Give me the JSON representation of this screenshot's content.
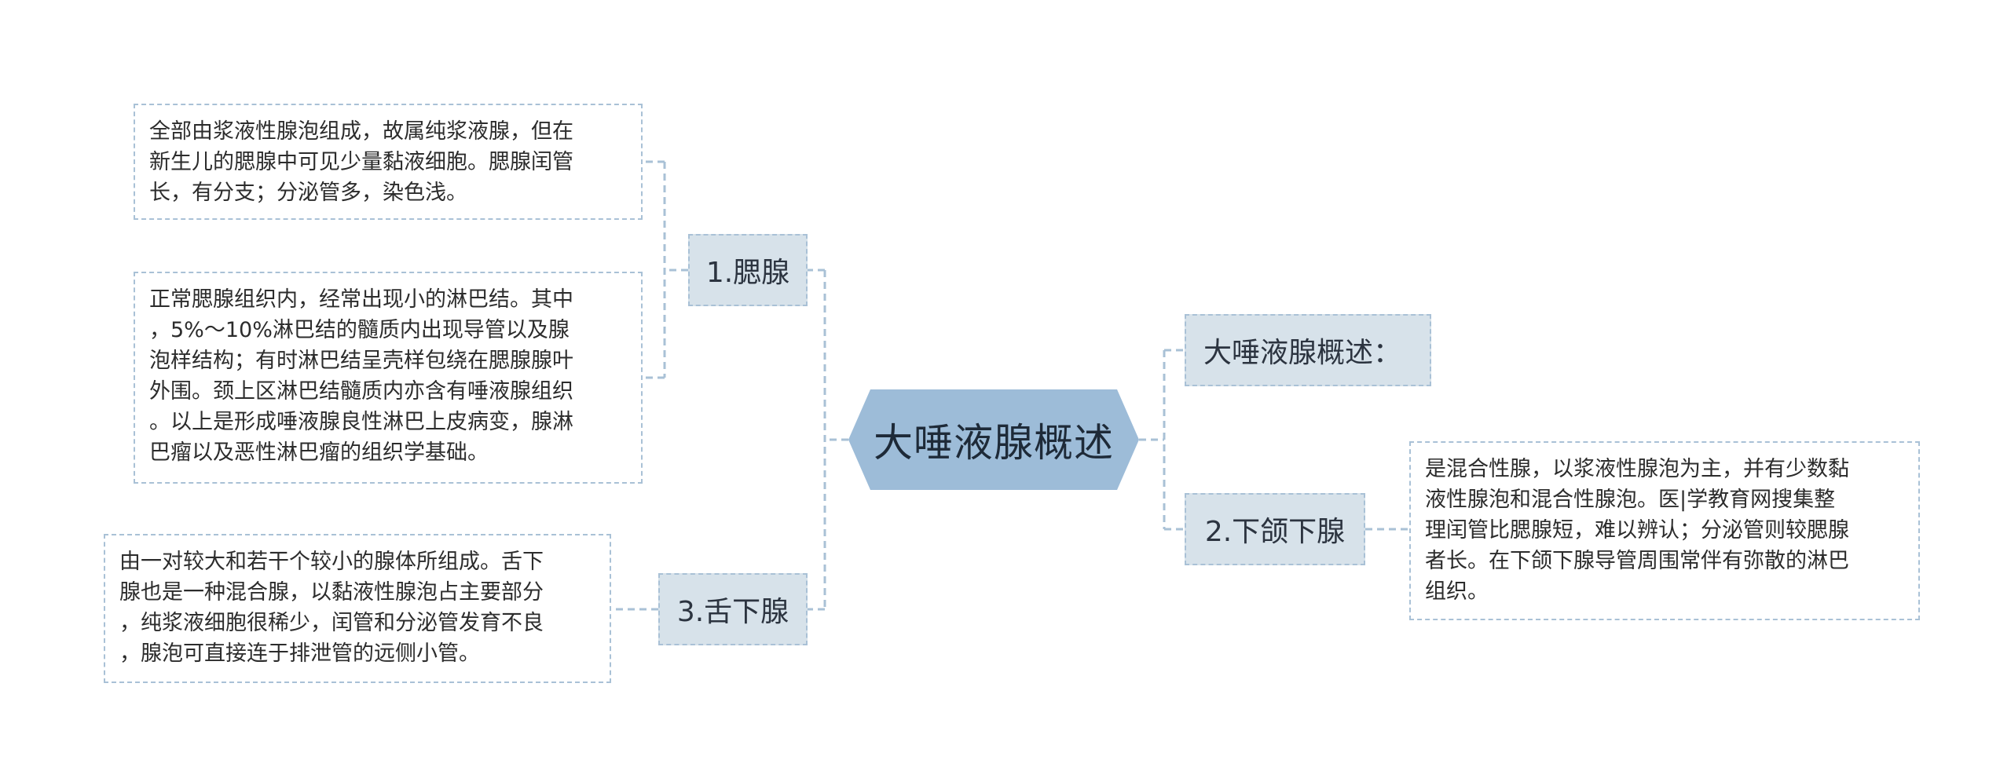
{
  "root": {
    "title": "大唾液腺概述"
  },
  "branches": {
    "parotid": {
      "label": "1.腮腺"
    },
    "overview": {
      "label": "大唾液腺概述："
    },
    "submandibular": {
      "label": "2.下颌下腺"
    },
    "sublingual": {
      "label": "3.舌下腺"
    }
  },
  "leaves": {
    "parotid_1": "全部由浆液性腺泡组成，故属纯浆液腺，但在\n新生儿的腮腺中可见少量黏液细胞。腮腺闰管\n长，有分支；分泌管多，染色浅。",
    "parotid_2": "正常腮腺组织内，经常出现小的淋巴结。其中\n，5%～10%淋巴结的髓质内出现导管以及腺\n泡样结构；有时淋巴结呈壳样包绕在腮腺腺叶\n外围。颈上区淋巴结髓质内亦含有唾液腺组织\n。以上是形成唾液腺良性淋巴上皮病变，腺淋\n巴瘤以及恶性淋巴瘤的组织学基础。",
    "sublingual_1": "由一对较大和若干个较小的腺体所组成。舌下\n腺也是一种混合腺，以黏液性腺泡占主要部分\n，纯浆液细胞很稀少，闰管和分泌管发育不良\n，腺泡可直接连于排泄管的远侧小管。",
    "submandibular_1": "是混合性腺，以浆液性腺泡为主，并有少数黏\n液性腺泡和混合性腺泡。医|学教育网搜集整\n理闰管比腮腺短，难以辨认；分泌管则较腮腺\n者长。在下颌下腺导管周围常伴有弥散的淋巴\n组织。"
  },
  "colors": {
    "root_fill": "#9dbcd8",
    "branch_fill": "#d7e2ea",
    "connector": "#a9c1d6"
  }
}
